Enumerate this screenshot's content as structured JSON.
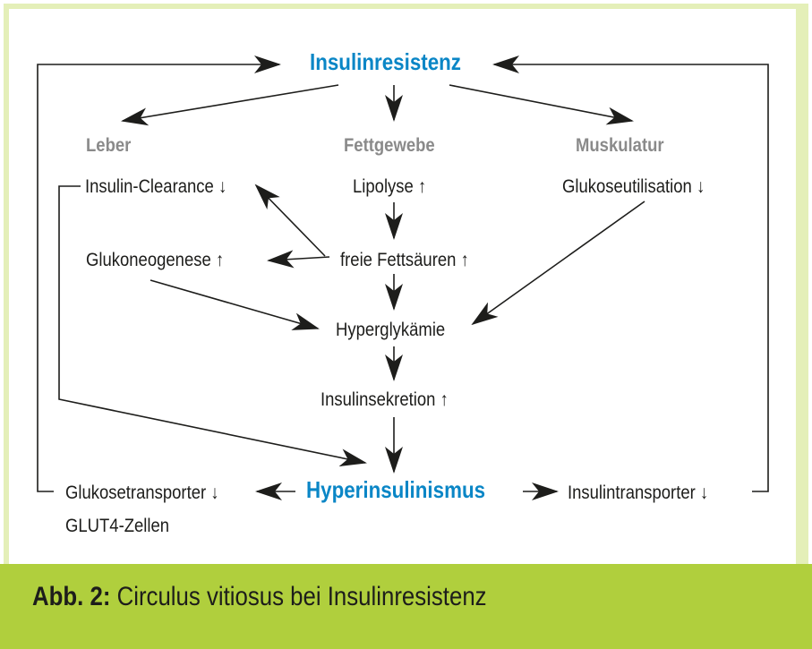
{
  "nodes": {
    "insulinresistenz": "Insulinresistenz",
    "hyperinsulinismus": "Hyperinsulinismus",
    "leber": "Leber",
    "fettgewebe": "Fettgewebe",
    "muskulatur": "Muskulatur",
    "insulin_clearance": "Insulin-Clearance ↓",
    "lipolyse": "Lipolyse ↑",
    "glukoseutilisation": "Glukoseutilisation ↓",
    "glukoneogenese": "Glukoneogenese ↑",
    "freie_fettsaeuren": "freie Fettsäuren ↑",
    "hyperglykaemie": "Hyperglykämie",
    "insulinsekretion": "Insulinsekretion ↑",
    "glukosetransporter": "Glukosetransporter ↓",
    "glut4_zellen": "GLUT4-Zellen",
    "insulintransporter": "Insulintransporter ↓"
  },
  "caption": {
    "label": "Abb. 2:",
    "text": " Circulus vitiosus bei Insulinresistenz"
  },
  "colors": {
    "key_blue": "#0a86c6",
    "heading_gray": "#8a8a8a",
    "frame_green_light": "#e4efb8",
    "caption_green": "#b0cf3d"
  }
}
